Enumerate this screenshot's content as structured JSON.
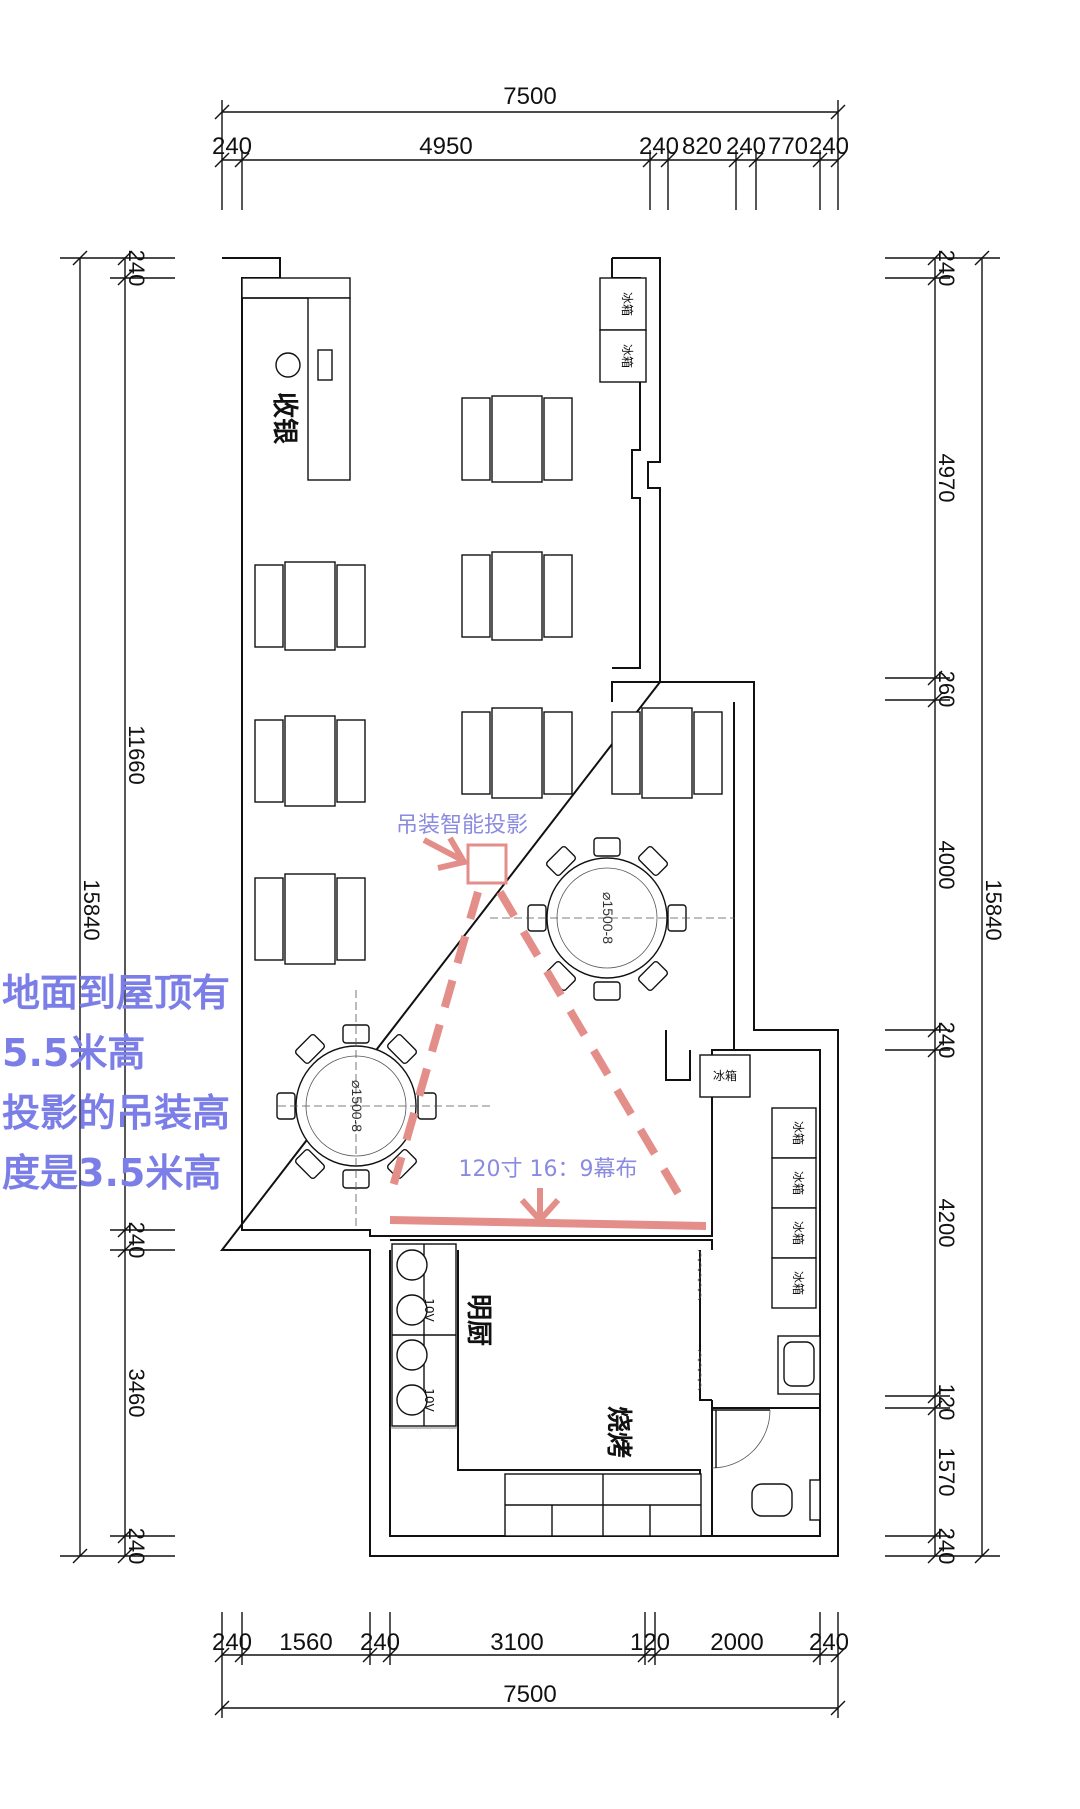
{
  "dimensions": {
    "top_total": "7500",
    "top_segments": [
      "240",
      "4950",
      "240",
      "820",
      "240",
      "770",
      "240"
    ],
    "bottom_total": "7500",
    "bottom_segments": [
      "240",
      "1560",
      "240",
      "3100",
      "120",
      "2000",
      "240"
    ],
    "left_total": "15840",
    "left_segments": [
      "240",
      "11660",
      "240",
      "3460",
      "240"
    ],
    "right_total": "15840",
    "right_segments": [
      "240",
      "4970",
      "260",
      "4000",
      "240",
      "4200",
      "120",
      "1570",
      "240"
    ]
  },
  "rooms": {
    "cashier": "收银",
    "open_kitchen": "明厨",
    "bbq": "烧烤"
  },
  "fixtures": {
    "fridge": "冰箱",
    "round_table": "⌀1500-8",
    "stove": "10V"
  },
  "annotations": {
    "projector": "吊装智能投影",
    "screen": "120寸 16：9幕布"
  },
  "notes": [
    "地面到屋顶有",
    "5.5米高",
    "投影的吊装高",
    "度是3.5米高"
  ],
  "colors": {
    "annotation_red": "#e48e8a",
    "annotation_blue": "#8a8be0",
    "note_blue": "#7c7ee8",
    "line": "#111111"
  }
}
